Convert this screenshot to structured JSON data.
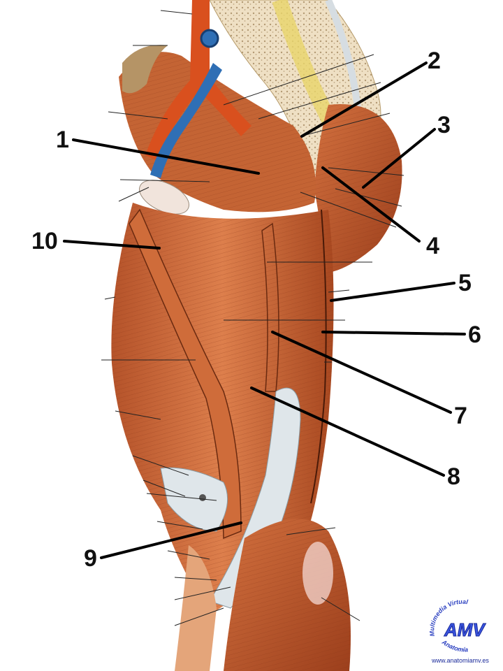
{
  "figure": {
    "subject": "Lateral view of hip and thigh muscles",
    "colors": {
      "muscle": "#c8602e",
      "muscle_dark": "#8a3518",
      "muscle_light": "#e08a5a",
      "tendon": "#dfe6ea",
      "bone": "#efe0c4",
      "artery": "#d9501e",
      "vein": "#2f6fb5",
      "nerve": "#e8d56a",
      "label_line": "#000000"
    }
  },
  "labels": [
    {
      "id": "1",
      "text": "1"
    },
    {
      "id": "2",
      "text": "2"
    },
    {
      "id": "3",
      "text": "3"
    },
    {
      "id": "4",
      "text": "4"
    },
    {
      "id": "5",
      "text": "5"
    },
    {
      "id": "6",
      "text": "6"
    },
    {
      "id": "7",
      "text": "7"
    },
    {
      "id": "8",
      "text": "8"
    },
    {
      "id": "9",
      "text": "9"
    },
    {
      "id": "10",
      "text": "10"
    }
  ],
  "logo": {
    "initials": "AMV",
    "arc_top": "Multimedia Virtual",
    "arc_bottom": "Anatomía",
    "url": "www.anatomiamv.es",
    "color": "#2a3fc0"
  }
}
